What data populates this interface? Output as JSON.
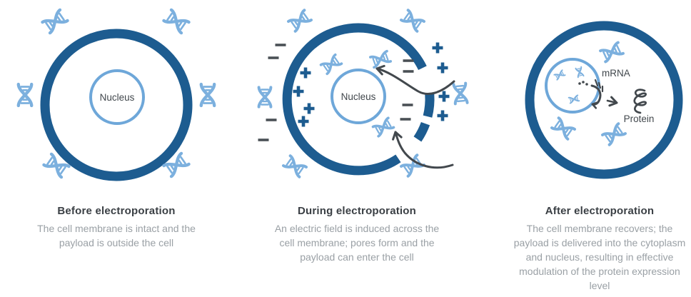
{
  "diagram": {
    "subject": "electroporation process",
    "panels": [
      {
        "id": "before",
        "title": "Before electroporation",
        "description": "The cell membrane is intact and the payload is outside the cell",
        "nucleus_label": "Nucleus"
      },
      {
        "id": "during",
        "title": "During electroporation",
        "description": "An electric field is induced across the cell membrane; pores form and the payload can enter the cell",
        "nucleus_label": "Nucleus"
      },
      {
        "id": "after",
        "title": "After electroporation",
        "description": "The cell membrane recovers; the payload is delivered into the cytoplasm and nucleus, resulting in effective modulation of the protein expression level",
        "mrna_label": "mRNA",
        "protein_label": "Protein"
      }
    ],
    "icons": {
      "dna": "dna-helix payload icon",
      "plus": "positive-charge icon",
      "minus": "negative-charge icon",
      "arrow": "payload-entry arrow",
      "protein": "protein-coil icon"
    },
    "colors": {
      "membrane_blue": "#1d5c90",
      "payload_light_blue": "#7cb0de",
      "nucleus_stroke": "#6ea7d9",
      "charge_minus_gray": "#4a5055",
      "arrow_gray": "#42484d",
      "title_text": "#3a3f44",
      "body_text": "#9aa0a5",
      "background": "#ffffff"
    }
  }
}
